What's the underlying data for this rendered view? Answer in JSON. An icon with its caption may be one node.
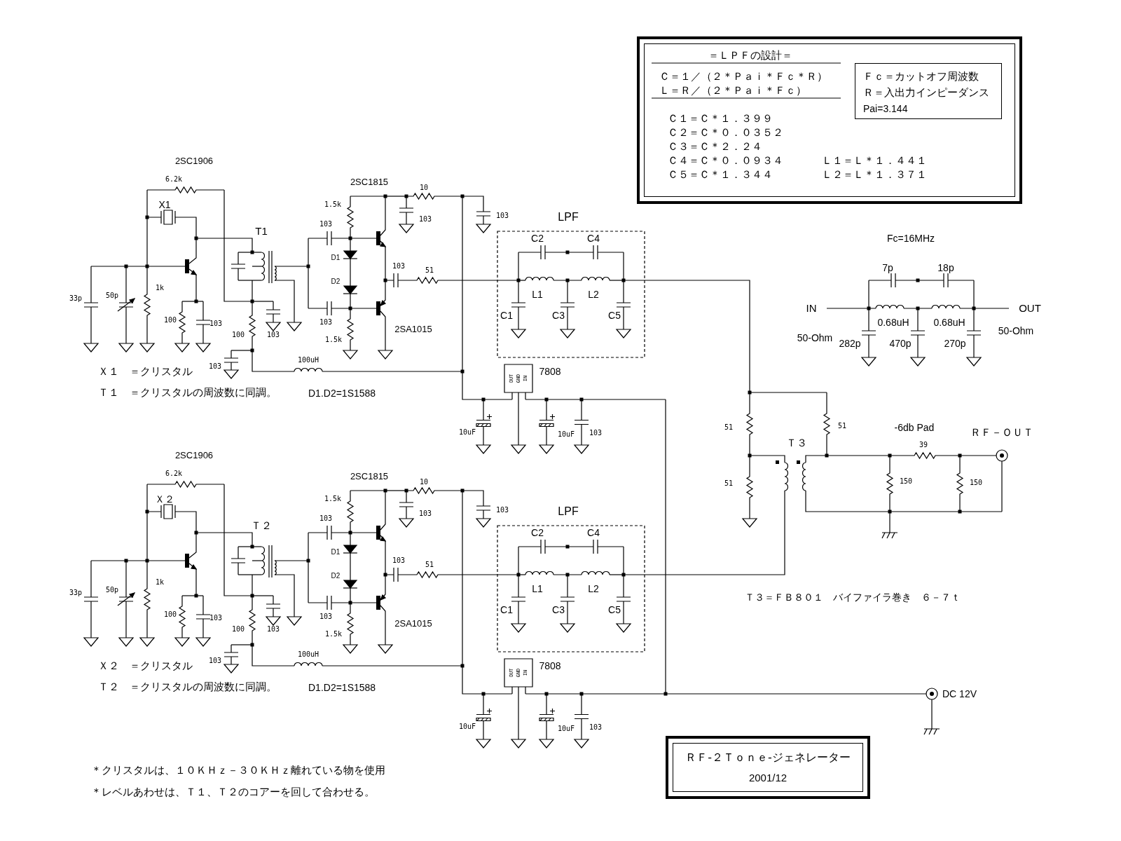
{
  "diagram": {
    "nodes": [
      {
        "text": [
          "＝ＬＰＦの設計＝",
          "Ｃ＝１／（２＊Ｐａｉ＊Ｆｃ＊Ｒ）",
          "Ｌ＝Ｒ／（２＊Ｐａｉ＊Ｆｃ）",
          "Ｃ１＝Ｃ＊１．３９９",
          "Ｃ２＝Ｃ＊０．０３５２",
          "Ｃ３＝Ｃ＊２．２４",
          "Ｃ４＝Ｃ＊０．０９３４",
          "Ｌ１＝Ｌ＊１．４４１",
          "Ｃ５＝Ｃ＊１．３４４",
          "Ｌ２＝Ｌ＊１．３７１"
        ]
      },
      {
        "text": [
          "Ｆｃ＝カットオフ周波数",
          "Ｒ＝入出力インピーダンス",
          "Pai=3.144"
        ],
        "in": 0
      },
      {
        "text": [
          "ＲＦ-２Ｔｏｎｅ-ジェネレーター",
          "2001/12"
        ]
      }
    ],
    "labels": [
      "2SC1906",
      "6.2k",
      "X1",
      "T1",
      "2SC1815",
      "1.5k",
      "103",
      "D1",
      "D2",
      "103",
      "1.5k",
      "10",
      "103",
      "103",
      "103",
      "51",
      "2SA1015",
      "33p",
      "50p",
      "1k",
      "100",
      "103",
      "100",
      "103",
      "103",
      "100uH",
      "Ｘ１　＝クリスタル",
      "Ｔ１　＝クリスタルの周波数に同調。",
      "D1.D2=1S1588",
      "7808",
      "OUT",
      "GND",
      "IN",
      "10uF",
      "10uF",
      "103",
      "C2",
      "C4",
      "L1",
      "L2",
      "C1",
      "C3",
      "C5",
      "LPF",
      "2SC1906",
      "6.2k",
      "Ｘ２",
      "Ｔ２",
      "2SC1815",
      "1.5k",
      "103",
      "D1",
      "D2",
      "103",
      "1.5k",
      "10",
      "103",
      "103",
      "103",
      "51",
      "2SA1015",
      "33p",
      "50p",
      "1k",
      "100",
      "103",
      "100",
      "103",
      "103",
      "100uH",
      "Ｘ２　＝クリスタル",
      "Ｔ２　＝クリスタルの周波数に同調。",
      "D1.D2=1S1588",
      "7808",
      "OUT",
      "GND",
      "IN",
      "10uF",
      "10uF",
      "103",
      "C2",
      "C4",
      "L1",
      "L2",
      "C1",
      "C3",
      "C5",
      "LPF",
      "Fc=16MHz",
      "7p",
      "18p",
      "IN",
      "0.68uH",
      "0.68uH",
      "OUT",
      "50-Ohm",
      "282p",
      "470p",
      "270p",
      "50-Ohm",
      "51",
      "51",
      "-6db Pad",
      "ＲＦ－ＯＵＴ",
      "Ｔ３",
      "39",
      "51",
      "150",
      "150",
      "Ｔ３＝ＦＢ８０１　バイファイラ巻き　６－７ｔ",
      "DC 12V",
      "＊クリスタルは、１０ＫＨｚ－３０ＫＨｚ離れている物を使用",
      "＊レベルあわせは、Ｔ１、Ｔ２のコアーを回して合わせる。"
    ]
  }
}
